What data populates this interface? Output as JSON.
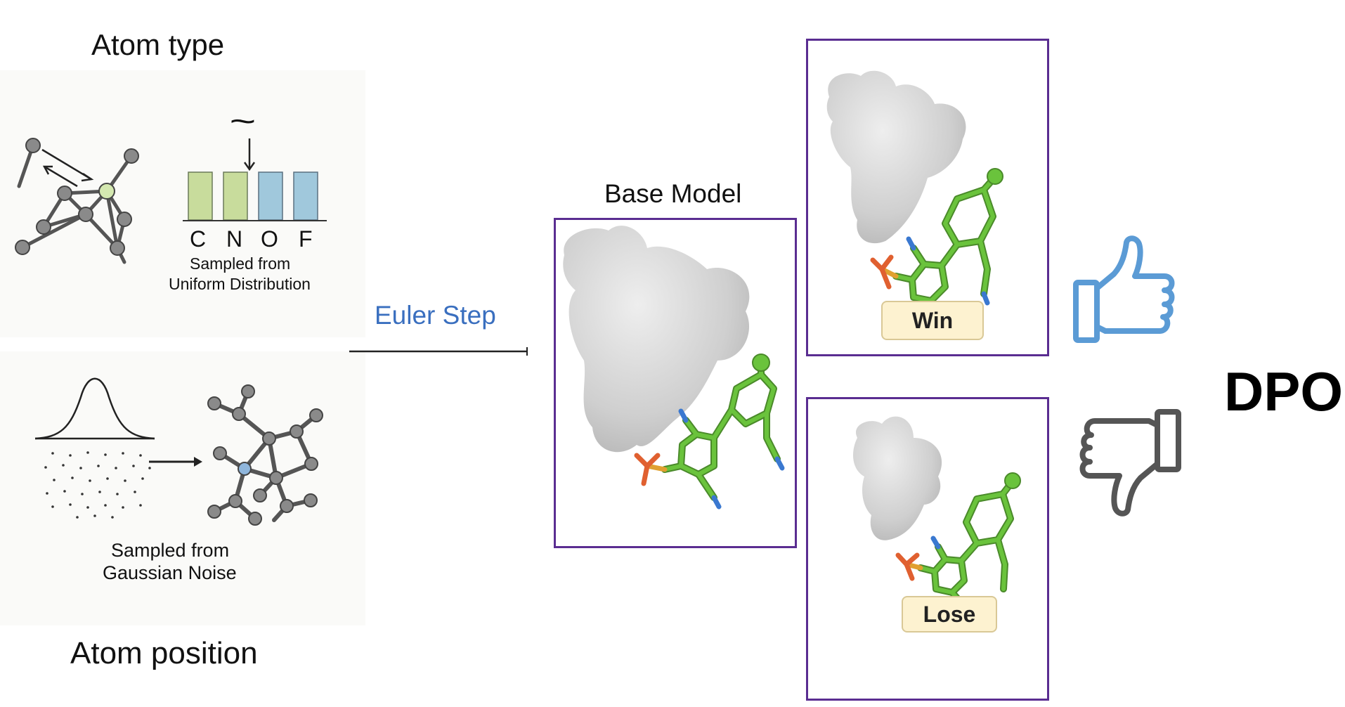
{
  "atom_type": {
    "title": "Atom type",
    "bars": [
      "C",
      "N",
      "O",
      "F"
    ],
    "bar_colors": [
      "#c8dc9c",
      "#c8dc9c",
      "#a0c8dc",
      "#a0c8dc"
    ],
    "noise_symbol": "~",
    "caption_line1": "Sampled from",
    "caption_line2": "Uniform Distribution"
  },
  "atom_position": {
    "title": "Atom position",
    "caption_line1": "Sampled from",
    "caption_line2": "Gaussian Noise"
  },
  "step": {
    "label": "Euler Step",
    "color": "#3a6fbf"
  },
  "base_model": {
    "title": "Base Model"
  },
  "outcomes": {
    "win_label": "Win",
    "lose_label": "Lose",
    "thumb_up_color": "#5b9bd5",
    "thumb_down_color": "#555555"
  },
  "method": {
    "label": "DPO"
  },
  "colors": {
    "frame": "#5a2d91",
    "ligand": "#6ac33c",
    "badge_bg": "#fdf2d0"
  }
}
